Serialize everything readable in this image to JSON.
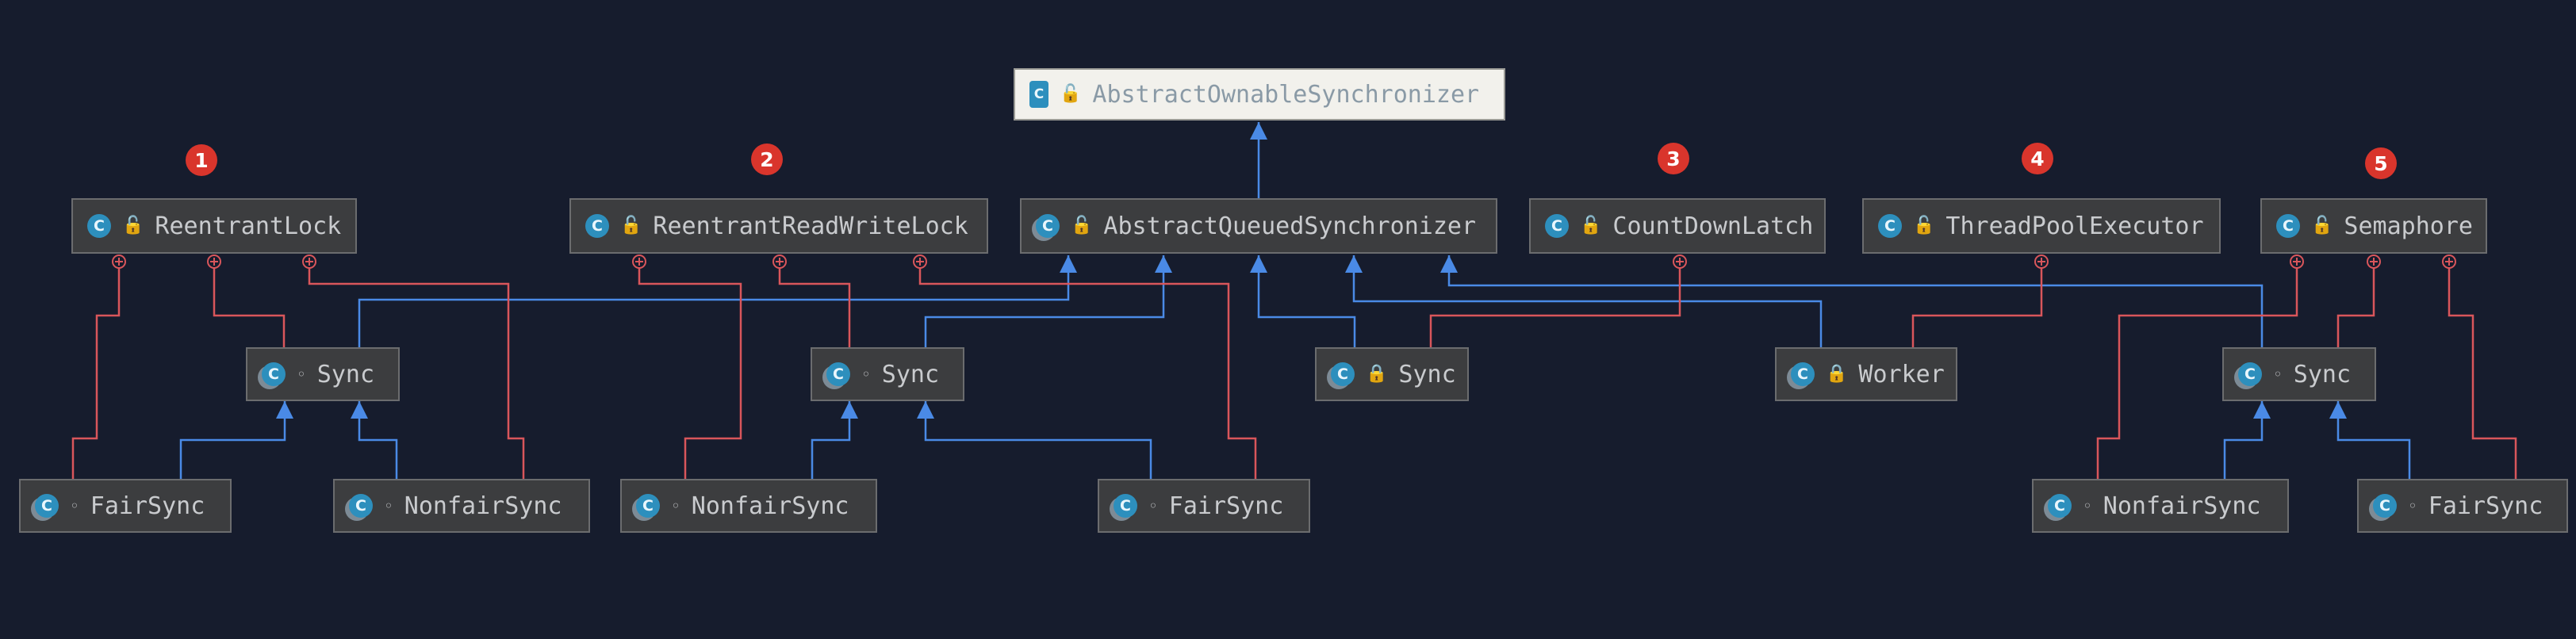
{
  "diagram": {
    "root": {
      "label": "AbstractOwnableSynchronizer",
      "kind_icon": "class-icon",
      "modifier_icon": "public-icon"
    },
    "badges": [
      "1",
      "2",
      "3",
      "4",
      "5"
    ],
    "aqs": {
      "label": "AbstractQueuedSynchronizer",
      "kind_icon": "class-icon",
      "modifier_icon": "public-icon"
    },
    "reentrant_lock": {
      "label": "ReentrantLock",
      "modifier_icon": "public-icon",
      "sync": {
        "label": "Sync",
        "modifier_icon": "package-private-icon"
      },
      "fair_sync": {
        "label": "FairSync",
        "modifier_icon": "package-private-icon"
      },
      "nonfair_sync": {
        "label": "NonfairSync",
        "modifier_icon": "package-private-icon"
      }
    },
    "reentrant_rw_lock": {
      "label": "ReentrantReadWriteLock",
      "modifier_icon": "public-icon",
      "sync": {
        "label": "Sync",
        "modifier_icon": "package-private-icon"
      },
      "nonfair_sync": {
        "label": "NonfairSync",
        "modifier_icon": "package-private-icon"
      },
      "fair_sync": {
        "label": "FairSync",
        "modifier_icon": "package-private-icon"
      }
    },
    "count_down_latch": {
      "label": "CountDownLatch",
      "modifier_icon": "public-icon",
      "sync": {
        "label": "Sync",
        "modifier_icon": "private-icon"
      }
    },
    "thread_pool_executor": {
      "label": "ThreadPoolExecutor",
      "modifier_icon": "public-icon",
      "worker": {
        "label": "Worker",
        "modifier_icon": "private-icon"
      }
    },
    "semaphore": {
      "label": "Semaphore",
      "modifier_icon": "public-icon",
      "sync": {
        "label": "Sync",
        "modifier_icon": "package-private-icon"
      },
      "nonfair_sync": {
        "label": "NonfairSync",
        "modifier_icon": "package-private-icon"
      },
      "fair_sync": {
        "label": "FairSync",
        "modifier_icon": "package-private-icon"
      }
    },
    "colors": {
      "background": "#161c2d",
      "inheritance_line": "#4a8ae6",
      "inner_class_line": "#d9565b",
      "badge": "#d9352c",
      "class_icon": "#2d8fbd",
      "public_modifier": "#5db862",
      "private_modifier": "#e0535a"
    },
    "legend_symbols": {
      "class_glyph": "C",
      "public_glyph": "🔓",
      "package_glyph": "◦",
      "private_glyph": "🔒"
    }
  }
}
